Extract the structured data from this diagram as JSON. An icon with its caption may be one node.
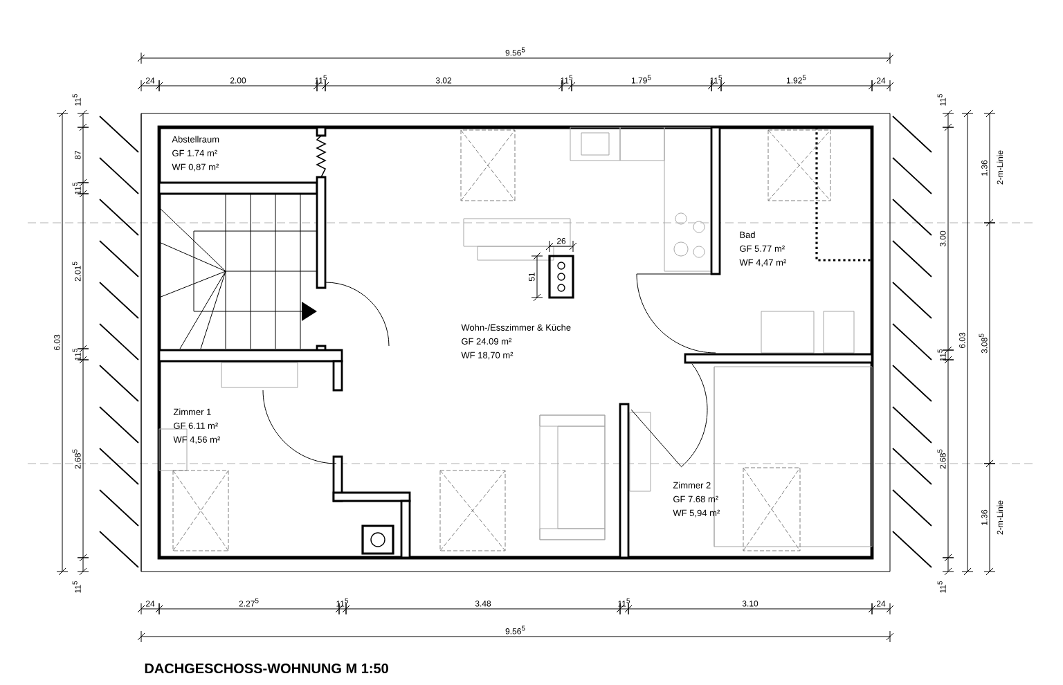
{
  "diagram": {
    "title": "DACHGESCHOSS-WOHNUNG M 1:50",
    "nodes": [
      {
        "text": [
          "Abstellraum",
          "GF 1.74 m²",
          "WF 0,87 m²"
        ]
      },
      {
        "text": [
          "Wohn-/Esszimmer & Küche",
          "GF 24.09 m²",
          "WF 18,70 m²"
        ]
      },
      {
        "text": [
          "Bad",
          "GF 5.77 m²",
          "WF 4,47 m²"
        ]
      },
      {
        "text": [
          "Zimmer 1",
          "GF 6.11 m²",
          "WF 4,56 m²"
        ]
      },
      {
        "text": [
          "Zimmer 2",
          "GF 7.68 m²",
          "WF 5,94 m²"
        ]
      }
    ],
    "labels": [
      "9.56$^{5}$",
      "24",
      "2.00",
      "11$^{5}$",
      "3.02",
      "11$^{5}$",
      "1.79$^{5}$",
      "11$^{5}$",
      "1.92$^{5}$",
      "24",
      "6.03",
      "11$^{5}$",
      "87",
      "11$^{5}$",
      "2.01$^{5}$",
      "11$^{5}$",
      "2.68$^{5}$",
      "11$^{5}$",
      "11$^{5}$",
      "3.00",
      "11$^{5}$",
      "2.68$^{5}$",
      "11$^{5}$",
      "6.03",
      "1.36",
      "2-m-Linie",
      "3.08$^{5}$",
      "1.36",
      "2-m-Linie",
      "26",
      "51",
      "24",
      "2.27$^{5}$",
      "11$^{5}$",
      "3.48",
      "11$^{5}$",
      "3.10",
      "24",
      "9.56$^{5}$"
    ]
  }
}
